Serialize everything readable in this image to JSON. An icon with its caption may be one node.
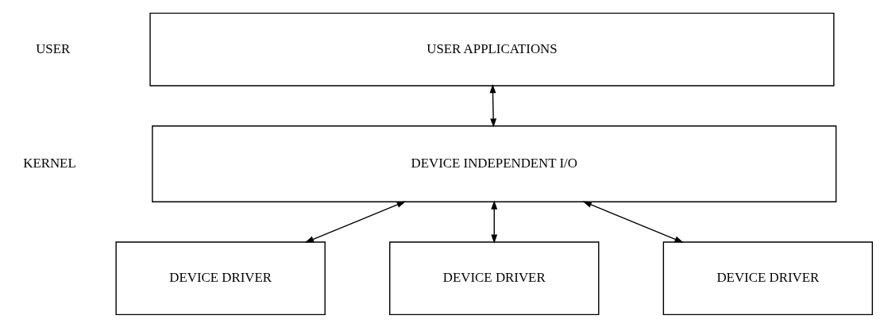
{
  "diagram": {
    "nodes": [
      {
        "text": [
          "USER APPLICATIONS"
        ]
      },
      {
        "text": [
          "DEVICE INDEPENDENT I/O"
        ]
      },
      {
        "text": [
          "DEVICE DRIVER"
        ]
      },
      {
        "text": [
          "DEVICE DRIVER"
        ]
      },
      {
        "text": [
          "DEVICE DRIVER"
        ]
      }
    ],
    "edges": [
      {
        "from": 0,
        "to": 1,
        "arrow": "both"
      },
      {
        "from": 1,
        "to": 2,
        "arrow": "both"
      },
      {
        "from": 1,
        "to": 3,
        "arrow": "both"
      },
      {
        "from": 1,
        "to": 4,
        "arrow": "both"
      }
    ],
    "labels": [
      "USER",
      "KERNEL"
    ]
  }
}
